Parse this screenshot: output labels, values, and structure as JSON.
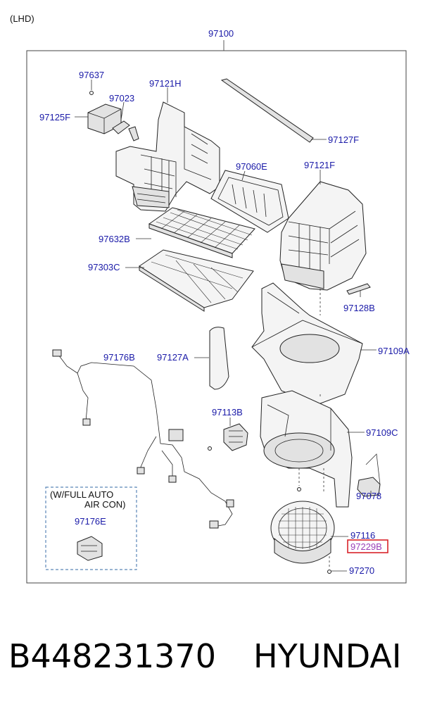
{
  "header": {
    "note": "(LHD)"
  },
  "assembly": {
    "number": "97100"
  },
  "parts": {
    "p97637": "97637",
    "p97023": "97023",
    "p97121H": "97121H",
    "p97125F": "97125F",
    "p97127F": "97127F",
    "p97060E": "97060E",
    "p97121F": "97121F",
    "p97632B": "97632B",
    "p97303C": "97303C",
    "p97128B": "97128B",
    "p97176B": "97176B",
    "p97127A": "97127A",
    "p97109A": "97109A",
    "p97113B": "97113B",
    "p97109C": "97109C",
    "p97078": "97078",
    "p97116": "97116",
    "p97229B": "97229B",
    "p97270": "97270",
    "p97176E": "97176E"
  },
  "option_box": {
    "line1": "(W/FULL AUTO",
    "line2": "AIR CON)"
  },
  "highlight_color": "#d8232a",
  "footer": {
    "part_number": "B448231370",
    "brand": "HYUNDAI"
  }
}
